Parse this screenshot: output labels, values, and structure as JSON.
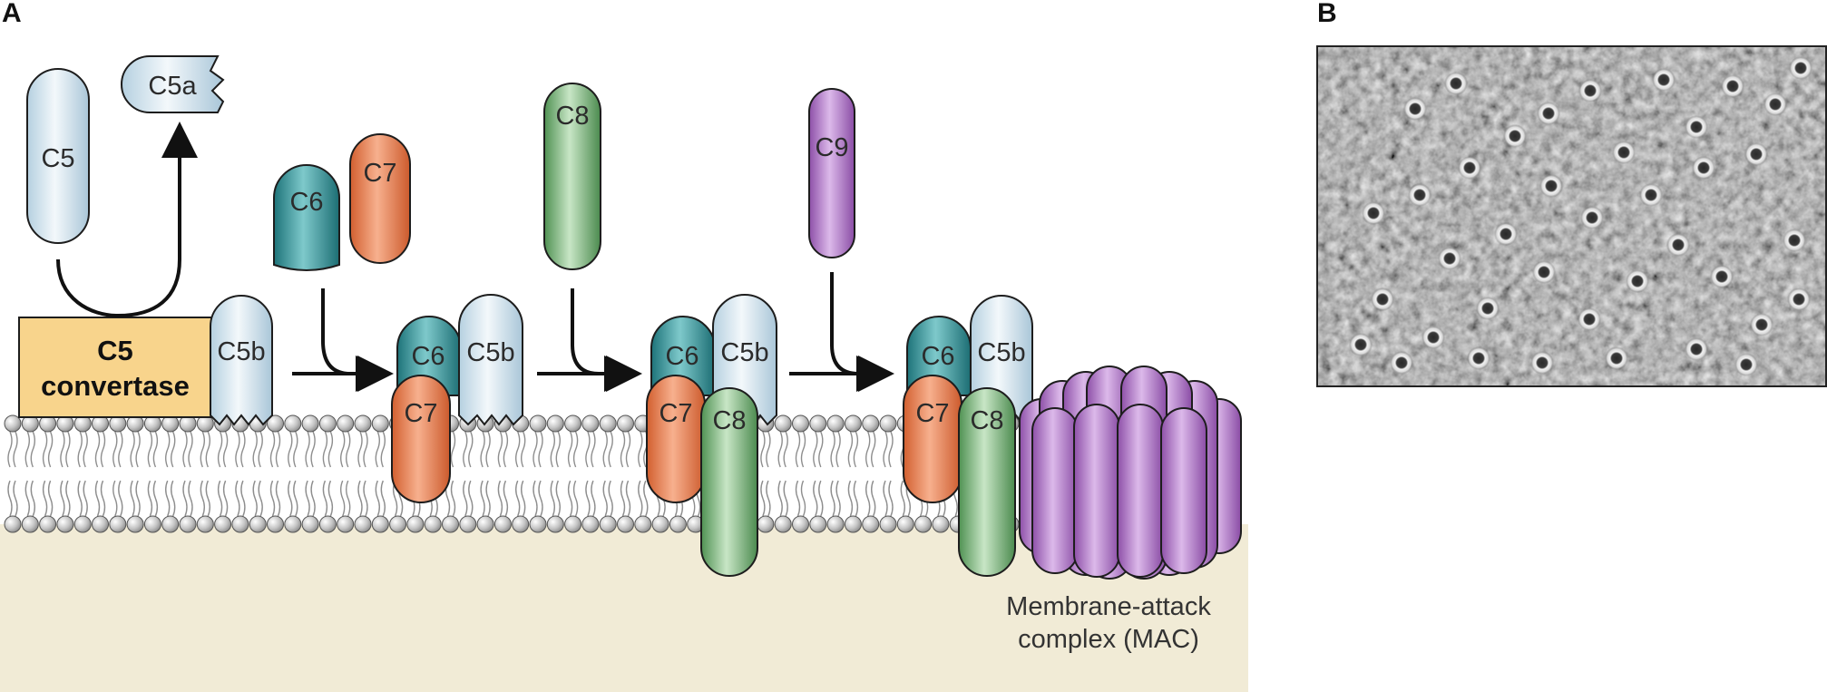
{
  "panel_a": {
    "letter": "A",
    "c5_convertase": {
      "line1": "C5",
      "line2": "convertase"
    },
    "labels": {
      "c5": "C5",
      "c5a": "C5a",
      "c5b": "C5b",
      "c6": "C6",
      "c7": "C7",
      "c8": "C8",
      "c9": "C9"
    },
    "mac_label": {
      "line1": "Membrane-attack",
      "line2": "complex (MAC)"
    }
  },
  "panel_b": {
    "letter": "B"
  },
  "colors": {
    "c5": "#c9dfeb",
    "c6": "#2f8f93",
    "c7": "#e07a4c",
    "c8": "#6aa86b",
    "c9": "#a46bbd",
    "convertase": "#f8d48c",
    "cytoplasm": "#f1ebd6",
    "lipid_head": "#c8c8c8",
    "outline": "#1d1d1d"
  }
}
